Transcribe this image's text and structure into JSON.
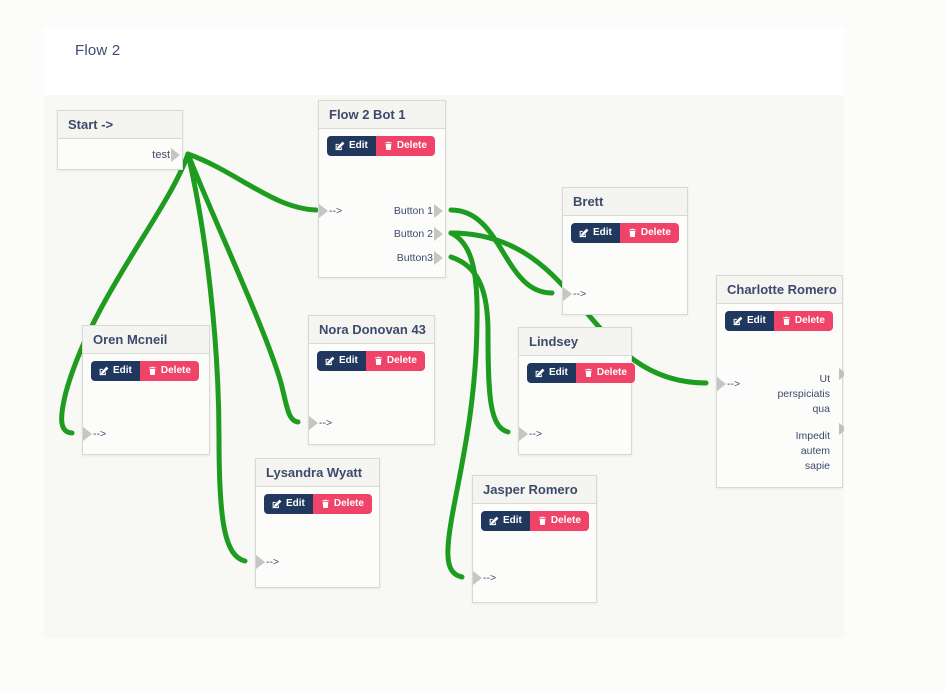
{
  "page": {
    "title": "Flow 2"
  },
  "actions": {
    "edit_label": "Edit",
    "delete_label": "Delete"
  },
  "colors": {
    "connection_green": "#1e9c20",
    "edit_button_bg": "#21385e",
    "delete_button_bg": "#ef4468",
    "node_header_text": "#3d4a6c",
    "canvas_bg": "#f8f8f5"
  },
  "nodes": {
    "start": {
      "title": "Start ->",
      "output_label": "test"
    },
    "bot1": {
      "title": "Flow 2 Bot 1",
      "input_label": "-->",
      "outputs": [
        "Button 1",
        "Button 2",
        "Button3"
      ]
    },
    "brett": {
      "title": "Brett",
      "input_label": "-->"
    },
    "charlotte": {
      "title": "Charlotte Romero",
      "input_label": "-->",
      "options": [
        "Ut",
        "perspiciatis",
        "qua",
        "Impedit",
        "autem",
        "sapie"
      ]
    },
    "oren": {
      "title": "Oren Mcneil",
      "input_label": "-->"
    },
    "nora": {
      "title": "Nora Donovan 43",
      "input_label": "-->"
    },
    "lindsey": {
      "title": "Lindsey",
      "input_label": "-->"
    },
    "lysandra": {
      "title": "Lysandra Wyatt",
      "input_label": "-->"
    },
    "jasper": {
      "title": "Jasper Romero",
      "input_label": "-->"
    }
  },
  "connections": [
    {
      "from": "Start -> / test",
      "to": "Flow 2 Bot 1"
    },
    {
      "from": "Start -> / test",
      "to": "Oren Mcneil"
    },
    {
      "from": "Start -> / test",
      "to": "Nora Donovan 43"
    },
    {
      "from": "Start -> / test",
      "to": "Lysandra Wyatt"
    },
    {
      "from": "Flow 2 Bot 1 / Button 1",
      "to": "Brett"
    },
    {
      "from": "Flow 2 Bot 1 / Button 2",
      "to": "Charlotte Romero"
    },
    {
      "from": "Flow 2 Bot 1 / Button 2",
      "to": "Jasper Romero"
    },
    {
      "from": "Flow 2 Bot 1 / Button3",
      "to": "Lindsey"
    }
  ]
}
